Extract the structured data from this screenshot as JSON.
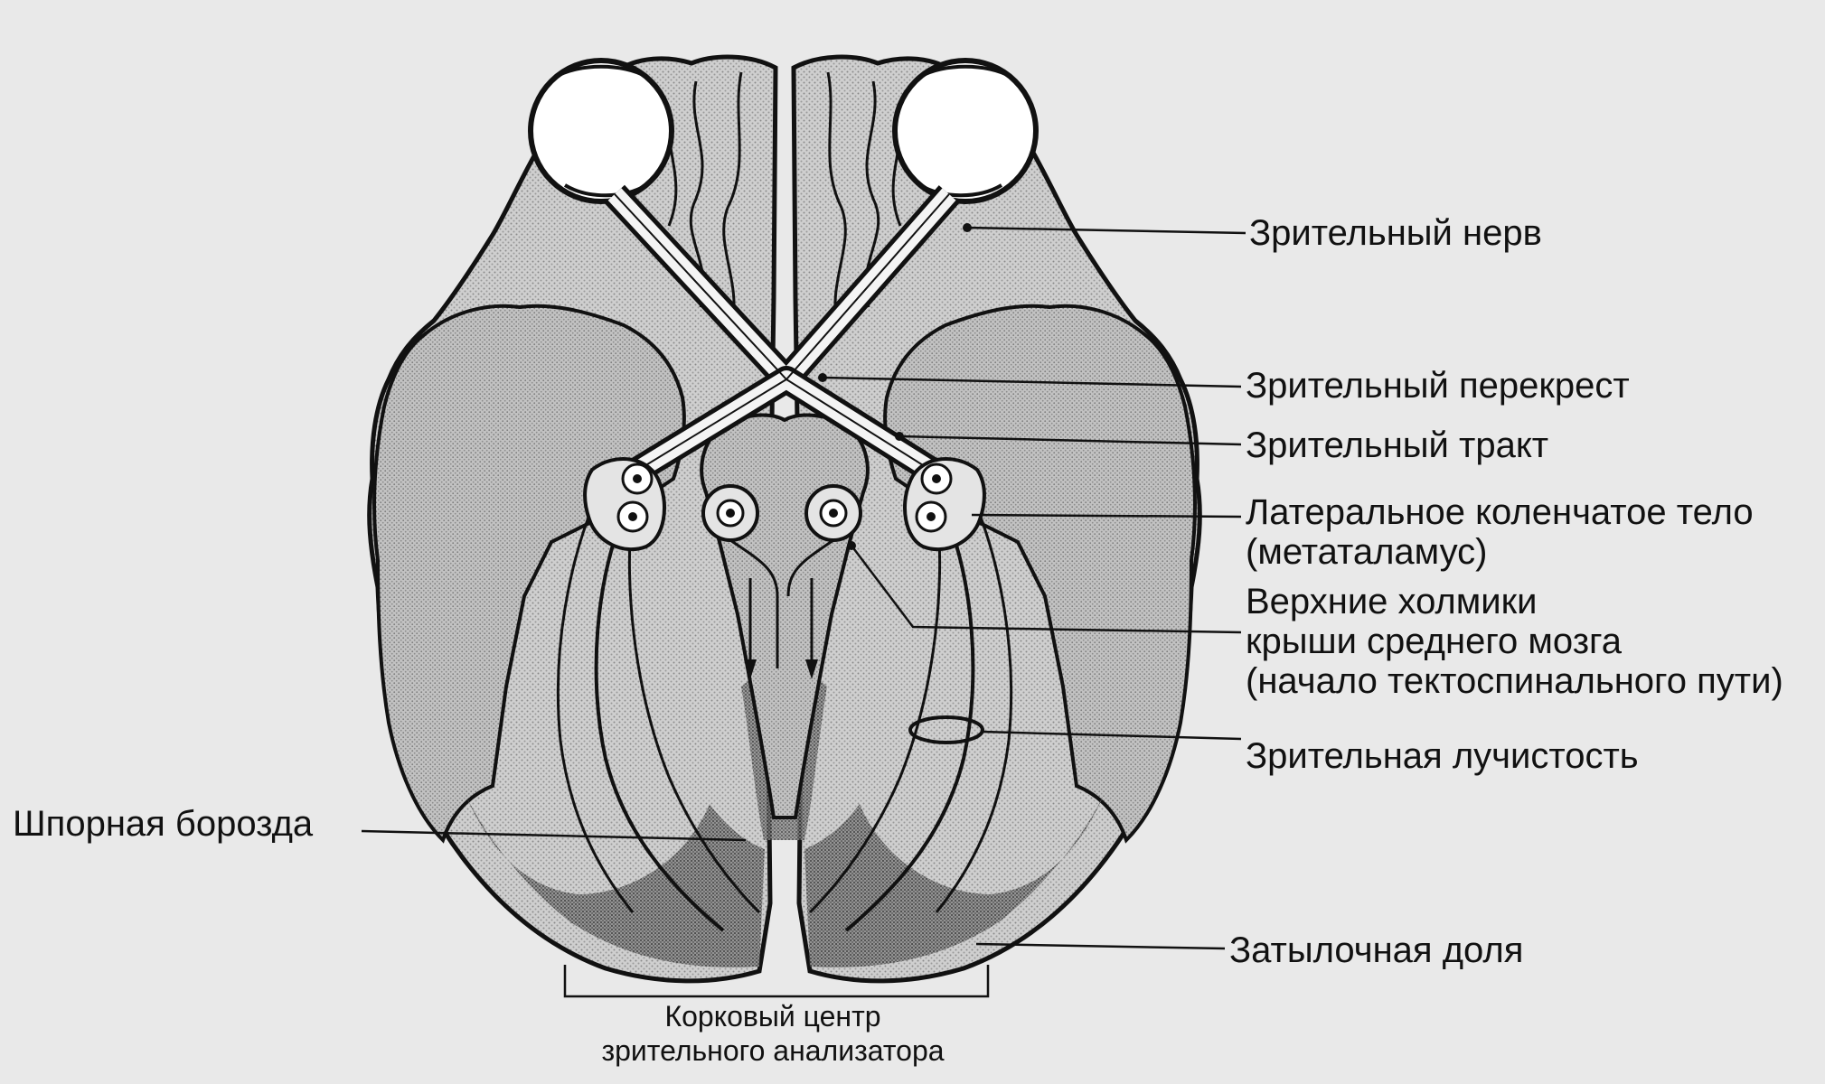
{
  "labels": {
    "optic_nerve": "Зрительный нерв",
    "optic_chiasm": "Зрительный перекрест",
    "optic_tract": "Зрительный тракт",
    "lgb_line1": "Латеральное коленчатое тело",
    "lgb_line2": "(метаталамус)",
    "colliculi_line1": "Верхние холмики",
    "colliculi_line2": "крыши среднего мозга",
    "colliculi_line3": "(начало тектоспинального пути)",
    "optic_radiation": "Зрительная лучистость",
    "calcarine_sulcus": "Шпорная борозда",
    "occipital_lobe": "Затылочная доля",
    "cortical_center_line1": "Корковый центр",
    "cortical_center_line2": "зрительного анализатора"
  },
  "colors": {
    "background": "#e9e9e9",
    "brain_fill": "#c9c9c9",
    "brain_inner": "#bdbdbd",
    "occipital_dark": "#6e6e6e",
    "outline": "#111111",
    "eye_fill": "#ffffff"
  }
}
